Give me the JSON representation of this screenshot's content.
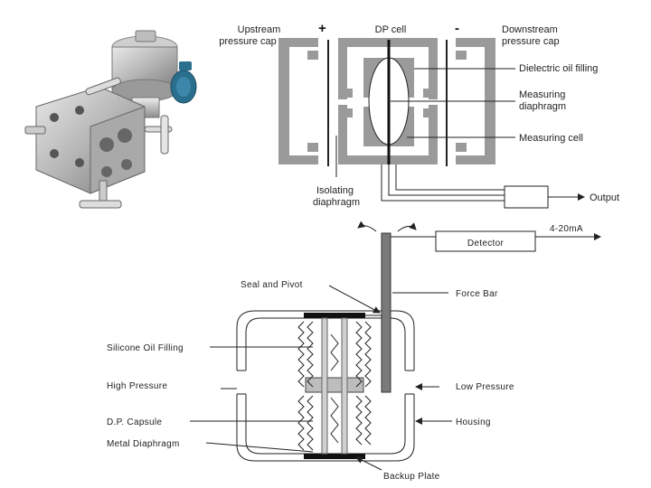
{
  "top_diagram": {
    "upstream_cap": [
      "Upstream",
      "pressure cap"
    ],
    "plus_sign": "+",
    "dp_cell": "DP  cell",
    "minus_sign": "-",
    "downstream_cap": [
      "Downstream",
      "pressure cap"
    ],
    "dielectric_oil": "Dielectric oil filling",
    "measuring_diaphragm": [
      "Measuring",
      "diaphragm"
    ],
    "measuring_cell": "Measuring cell",
    "isolating_diaphragm": [
      "Isolating",
      "diaphragm"
    ],
    "output": "Output"
  },
  "bottom_diagram": {
    "detector": "Detector",
    "signal": "4-20mA",
    "seal_pivot": "Seal and Pivot",
    "force_bar": "Force Bar",
    "silicone_oil": "Silicone Oil Filling",
    "high_pressure": "High Pressure",
    "low_pressure": "Low Pressure",
    "dp_capsule": "D.P. Capsule",
    "housing": "Housing",
    "metal_diaphragm": "Metal Diaphragm",
    "backup_plate": "Backup Plate"
  },
  "colors": {
    "cap_gray": "#9a9a9a",
    "line": "#222222",
    "transmitter_blue": "#2a6f8e"
  }
}
